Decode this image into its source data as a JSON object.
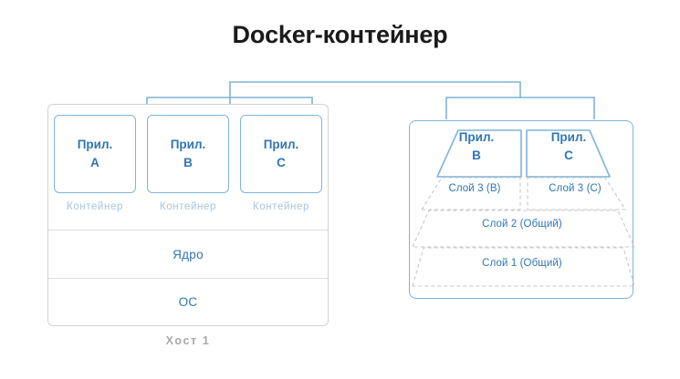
{
  "title": "Docker-контейнер",
  "colors": {
    "accent_blue": "#2f76b4",
    "border_blue": "#7fb4d9",
    "muted_blue": "#a6c5dd",
    "gray_border": "#d2d2d2",
    "gray_text": "#a8a8a8",
    "dashed_gray": "#c8c8c8",
    "background": "#ffffff"
  },
  "host_panel": {
    "caption": "Хост 1",
    "apps": [
      {
        "line1": "Прил.",
        "line2": "A",
        "caption": "Контейнер"
      },
      {
        "line1": "Прил.",
        "line2": "B",
        "caption": "Контейнер"
      },
      {
        "line1": "Прил.",
        "line2": "C",
        "caption": "Контейнер"
      }
    ],
    "rows": [
      {
        "label": "Ядро"
      },
      {
        "label": "ОС"
      }
    ]
  },
  "docker_panel": {
    "apps": [
      {
        "line1": "Прил.",
        "line2": "B"
      },
      {
        "line1": "Прил.",
        "line2": "C"
      }
    ],
    "layers": [
      {
        "label": "Слой 3 (B)"
      },
      {
        "label": "Слой 3 (C)"
      },
      {
        "label": "Слой 2 (Общий)"
      },
      {
        "label": "Слой 1 (Общий)"
      }
    ]
  }
}
